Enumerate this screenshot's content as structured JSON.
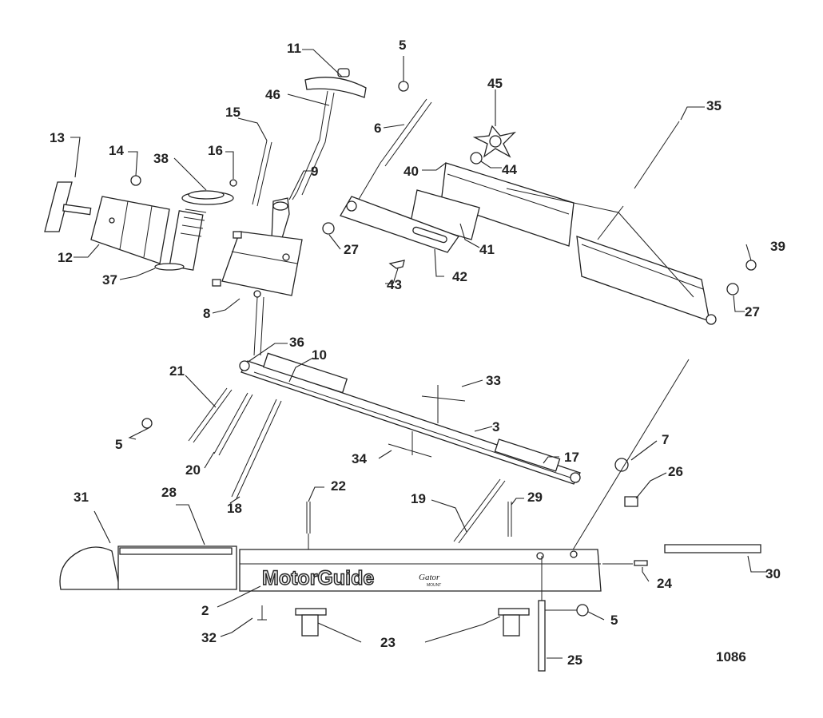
{
  "diagram": {
    "figure_number": "1086",
    "brand_text": "MotorGuide",
    "brand_subtext": "Gator",
    "brand_small": "MOUNT",
    "part_labels": [
      {
        "id": "p11",
        "text": "11"
      },
      {
        "id": "p46",
        "text": "46"
      },
      {
        "id": "p5a",
        "text": "5"
      },
      {
        "id": "p6",
        "text": "6"
      },
      {
        "id": "p45",
        "text": "45"
      },
      {
        "id": "p35",
        "text": "35"
      },
      {
        "id": "p15",
        "text": "15"
      },
      {
        "id": "p13",
        "text": "13"
      },
      {
        "id": "p14",
        "text": "14"
      },
      {
        "id": "p38",
        "text": "38"
      },
      {
        "id": "p16",
        "text": "16"
      },
      {
        "id": "p9",
        "text": "9"
      },
      {
        "id": "p40",
        "text": "40"
      },
      {
        "id": "p44",
        "text": "44"
      },
      {
        "id": "p27a",
        "text": "27"
      },
      {
        "id": "p41",
        "text": "41"
      },
      {
        "id": "p39",
        "text": "39"
      },
      {
        "id": "p12",
        "text": "12"
      },
      {
        "id": "p37",
        "text": "37"
      },
      {
        "id": "p43",
        "text": "43"
      },
      {
        "id": "p42",
        "text": "42"
      },
      {
        "id": "p8",
        "text": "8"
      },
      {
        "id": "p27b",
        "text": "27"
      },
      {
        "id": "p36",
        "text": "36"
      },
      {
        "id": "p10",
        "text": "10"
      },
      {
        "id": "p21",
        "text": "21"
      },
      {
        "id": "p33",
        "text": "33"
      },
      {
        "id": "p3",
        "text": "3"
      },
      {
        "id": "p5b",
        "text": "5"
      },
      {
        "id": "p34",
        "text": "34"
      },
      {
        "id": "p17",
        "text": "17"
      },
      {
        "id": "p7",
        "text": "7"
      },
      {
        "id": "p20",
        "text": "20"
      },
      {
        "id": "p26",
        "text": "26"
      },
      {
        "id": "p22",
        "text": "22"
      },
      {
        "id": "p29",
        "text": "29"
      },
      {
        "id": "p18",
        "text": "18"
      },
      {
        "id": "p19",
        "text": "19"
      },
      {
        "id": "p31",
        "text": "31"
      },
      {
        "id": "p28",
        "text": "28"
      },
      {
        "id": "p30",
        "text": "30"
      },
      {
        "id": "p24",
        "text": "24"
      },
      {
        "id": "p2",
        "text": "2"
      },
      {
        "id": "p5c",
        "text": "5"
      },
      {
        "id": "p32",
        "text": "32"
      },
      {
        "id": "p23",
        "text": "23"
      },
      {
        "id": "p25",
        "text": "25"
      }
    ]
  }
}
